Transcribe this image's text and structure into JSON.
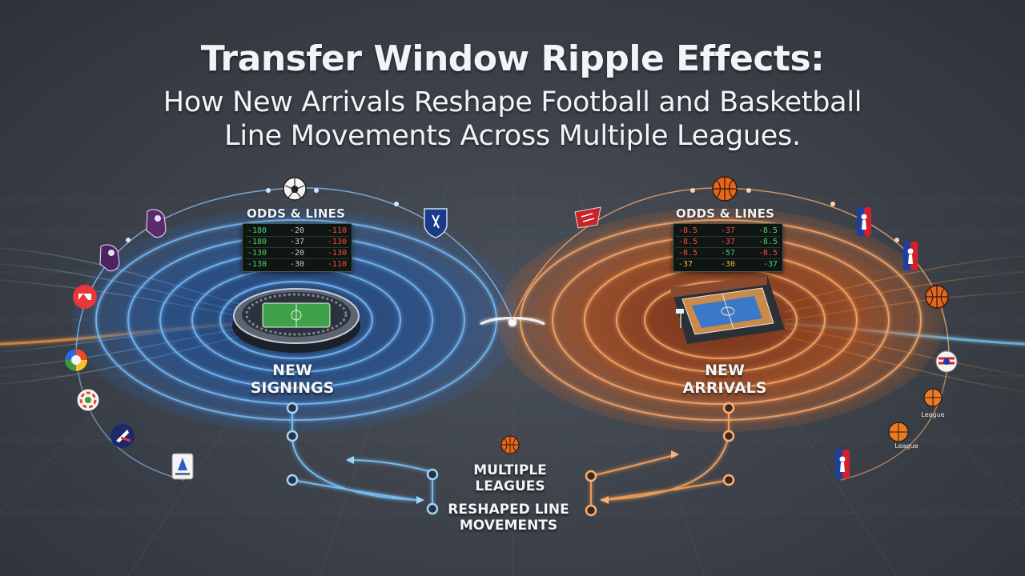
{
  "title": {
    "line1": "Transfer Window Ripple Effects:",
    "line2": "How New Arrivals Reshape Football and Basketball",
    "line3": "Line Movements Across Multiple Leagues."
  },
  "football": {
    "odds_title": "ODDS & LINES",
    "odds_rows": [
      {
        "a": "-180",
        "b": "-20",
        "c": "-110"
      },
      {
        "a": "-180",
        "b": "-37",
        "c": "-130"
      },
      {
        "a": "-130",
        "b": "-20",
        "c": "-130"
      },
      {
        "a": "-130",
        "b": "-30",
        "c": "-110"
      }
    ],
    "hub_label_line1": "NEW",
    "hub_label_line2": "SIGNINGS"
  },
  "basketball": {
    "odds_title": "ODDS & LINES",
    "odds_rows": [
      {
        "a": "-8.5",
        "b": "-37",
        "c": "-8.5"
      },
      {
        "a": "-8.5",
        "b": "-37",
        "c": "-8.5"
      },
      {
        "a": "-8.5",
        "b": "-57",
        "c": "-8.5"
      },
      {
        "a": "-37",
        "b": "-30",
        "c": "-37"
      }
    ],
    "hub_label_line1": "NEW",
    "hub_label_line2": "ARRIVALS"
  },
  "center": {
    "label1_line1": "MULTIPLE",
    "label1_line2": "LEAGUES",
    "label2_line1": "RESHAPED LINE",
    "label2_line2": "MOVEMENTS"
  },
  "colors": {
    "football_accent": "#3d8cff",
    "basketball_accent": "#ff7a2a",
    "background": "#3b4048"
  },
  "icons": [
    "soccer-ball-icon",
    "basketball-icon",
    "premier-league-logo-icon",
    "league-shield-logo-icon",
    "nba-logo-icon",
    "euroleague-logo-icon",
    "stadium-icon",
    "basketball-arena-icon"
  ],
  "logo_text": {
    "euroleague": "League"
  }
}
